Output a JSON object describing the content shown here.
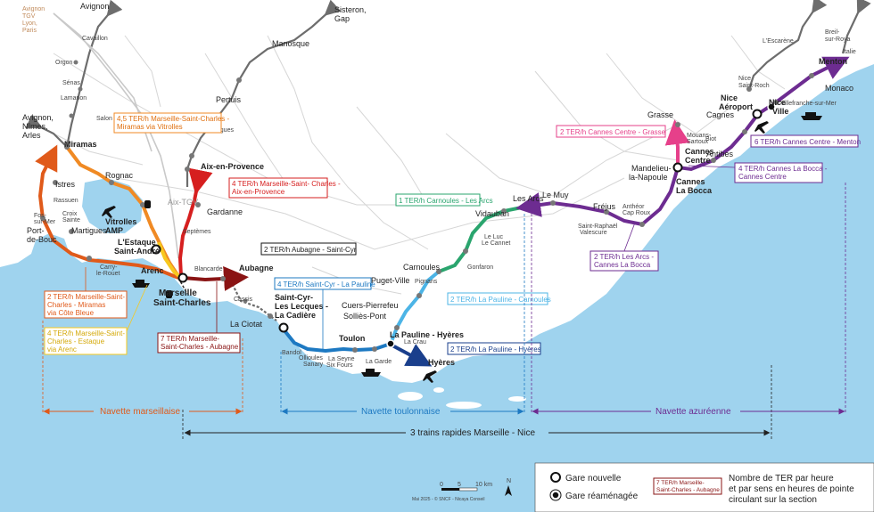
{
  "cities": {
    "avignon_top": "Avignon",
    "sisteron": [
      "Sisteron,",
      "Gap"
    ],
    "avignon_tgv": [
      "Avignon",
      "TGV",
      "Lyon,",
      "Paris"
    ],
    "avignon_left": [
      "Avignon,",
      "Nîmes,",
      "Arles"
    ],
    "breil": [
      "Breil-",
      "sur-Roya"
    ],
    "italie": "Italie",
    "manosque": "Manosque",
    "pertuis": "Pertuis",
    "meyrargues": "Meyrargues",
    "cavaillon": "Cavaillon",
    "orgon": "Orgon",
    "senas": "Sénas",
    "lamanon": "Lamanon",
    "salon": "Salon",
    "miramas": "Miramas",
    "rognac": "Rognac",
    "istres": "Istres",
    "rassuen": "Rassuen",
    "fos": [
      "Fos-",
      "sur-Mer"
    ],
    "croix_sainte": [
      "Croix",
      "Sainte"
    ],
    "port_de_bouc": [
      "Port-",
      "de-Bouc"
    ],
    "martigues": "Martigues",
    "vitrolles": [
      "Vitrolles",
      "AMP"
    ],
    "lestaque": [
      "L'Estaque",
      "Saint-André"
    ],
    "arenc": "Arenc",
    "carry": [
      "Carry-",
      "le-Rouet"
    ],
    "marseille": [
      "Marseille",
      "Saint-Charles"
    ],
    "aix": "Aix-en-Provence",
    "aix_tgv": "Aix-TGV",
    "gardanne": "Gardanne",
    "septemes": "Septèmes",
    "blancarde": "Blancarde",
    "aubagne": "Aubagne",
    "cassis": "Cassis",
    "la_ciotat": "La Ciotat",
    "saint_cyr": [
      "Saint-Cyr-",
      "Les Lecques -",
      "La Cadière"
    ],
    "bandol": "Bandol",
    "ollioules": [
      "Ollioules",
      "Sanary"
    ],
    "la_seyne": [
      "La Seyne",
      "Six Fours"
    ],
    "toulon": "Toulon",
    "la_garde": "La Garde",
    "la_pauline": "La Pauline - Hyères",
    "la_crau": "La Crau",
    "hyeres": "Hyères",
    "sollies": "Solliès-Pont",
    "cuers": "Cuers-Pierrefeu",
    "puget": "Puget-Ville",
    "carnoules": "Carnoules",
    "pignans": "Pignans",
    "gonfaron": "Gonfaron",
    "le_luc": [
      "Le Luc",
      "Le Cannet"
    ],
    "vidauban": "Vidauban",
    "les_arcs": "Les Arcs",
    "le_muy": "Le Muy",
    "frejus": "Fréjus",
    "saint_raphael": [
      "Saint-Raphaël",
      "Valescure"
    ],
    "antheor": [
      "Anthéor",
      "Cap Roux"
    ],
    "mandelieu": [
      "Mandelieu-",
      "la-Napoule"
    ],
    "cannes_bocca": [
      "Cannes",
      "La Bocca"
    ],
    "cannes_centre": [
      "Cannes",
      "Centre"
    ],
    "grasse": "Grasse",
    "mouans": [
      "Mouans-",
      "Sartoux"
    ],
    "biot": "Biot",
    "antibes": "Antibes",
    "cagnes": "Cagnes",
    "nice_aeroport": [
      "Nice",
      "Aéroport"
    ],
    "nice_ville": [
      "Nice",
      "Ville"
    ],
    "nice_st_roch": [
      "Nice",
      "Saint-Roch"
    ],
    "villefranche": "Villefranche-sur-Mer",
    "lescarene": "L'Escarène",
    "monaco": "Monaco",
    "menton": "Menton"
  },
  "services": {
    "s1": "4,5 TER/h Marseille-Saint-Charles - Miramas via Vitrolles",
    "s1_lines": [
      "4,5 TER/h Marseille-Saint-Charles -",
      "Miramas via Vitrolles"
    ],
    "s2_lines": [
      "4 TER/h Marseille-Saint- Charles -",
      "Aix-en-Provence"
    ],
    "s3": "2 TER/h Aubagne - Saint-Cyr",
    "s4": "1 TER/h Carnoules - Les Arcs",
    "s5_lines": [
      "2 TER/h Marseille-Saint-",
      "Charles - Miramas",
      "via Côte Bleue"
    ],
    "s6_lines": [
      "4 TER/h Marseille-Saint-",
      "Charles - Estaque",
      "via Arenc"
    ],
    "s7_lines": [
      "7 TER/h Marseille-",
      "Saint-Charles - Aubagne"
    ],
    "s8": "4 TER/h Saint-Cyr - La Pauline",
    "s9": "2 TER/h La Pauline - Carnoules",
    "s10": "2 TER/h La Pauline - Hyères",
    "s11": "2 TER/h Cannes Centre - Grasse",
    "s12": "6 TER/h Cannes Centre - Menton",
    "s13_lines": [
      "4 TER/h Cannes La Bocca -",
      "Cannes Centre"
    ],
    "s14_lines": [
      "2 TER/h Les Arcs -",
      "Cannes La Bocca"
    ]
  },
  "navettes": {
    "marseillaise": "Navette marseillaise",
    "toulonnaise": "Navette toulonnaise",
    "azureenne": "Navette azuréenne",
    "trains_rapides": "3 trains rapides Marseille - Nice"
  },
  "legend": {
    "gare_nouvelle": "Gare nouvelle",
    "gare_reamenagee": "Gare réaménagée",
    "example_lines": [
      "7 TER/h Marseille-",
      "Saint-Charles - Aubagne"
    ],
    "description_lines": [
      "Nombre de TER par heure",
      "et par sens en heures de pointe",
      "circulant sur la section"
    ],
    "scale_labels": [
      "0",
      "5",
      "10 km"
    ],
    "north": "N",
    "credit": "Mai 2025 - © SNCF - Nicaya Conseil"
  },
  "colors": {
    "orange": "#f08a24",
    "darkorange": "#e05a1a",
    "red": "#d61f1f",
    "darkred": "#8a1414",
    "yellow": "#f7c81e",
    "green": "#2aa56e",
    "lightblue": "#4cb4e6",
    "blue": "#1d79c2",
    "navy": "#1a3f8c",
    "pink": "#e6408a",
    "purple": "#6d2c91",
    "sea": "#9fd3ee",
    "grey": "#6d6d6d"
  }
}
